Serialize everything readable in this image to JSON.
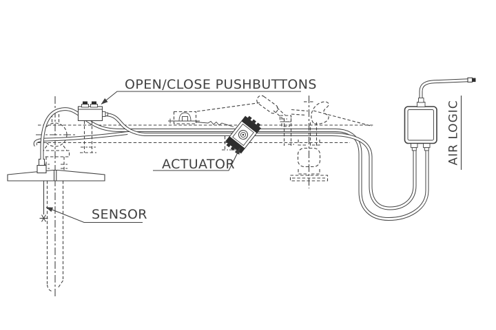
{
  "labels": {
    "pushbuttons": "OPEN/CLOSE PUSHBUTTONS",
    "actuator": "ACTUATOR",
    "sensor": "SENSOR",
    "air_logic": "AIR LOGIC"
  },
  "colors": {
    "background": "#ffffff",
    "line": "#3f3f3f",
    "text": "#414141",
    "dark": "#2d2d2d"
  }
}
